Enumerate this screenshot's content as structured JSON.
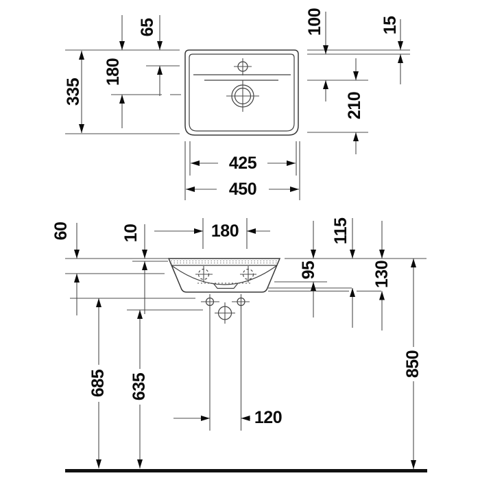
{
  "drawing": {
    "title": "washbasin-technical-drawing",
    "plan_view": {
      "dims": {
        "depth_total": "335",
        "rear_to_drain": "180",
        "rear_to_tap": "65",
        "rim_rear": "15",
        "rear_shelf": "100",
        "shelf_to_front": "210",
        "inner_width": "425",
        "width_total": "450"
      }
    },
    "front_view": {
      "dims": {
        "side_height": "60",
        "rim_step": "10",
        "hole_spacing": "180",
        "bowl_depth": "95",
        "depth_115": "115",
        "depth_130": "130",
        "rim_height": "850",
        "bottom_height": "685",
        "drain_height": "635",
        "supply_spacing": "120"
      }
    },
    "colors": {
      "line": "#4b4b4b",
      "text": "#0b0b0b",
      "background": "#ffffff"
    }
  }
}
